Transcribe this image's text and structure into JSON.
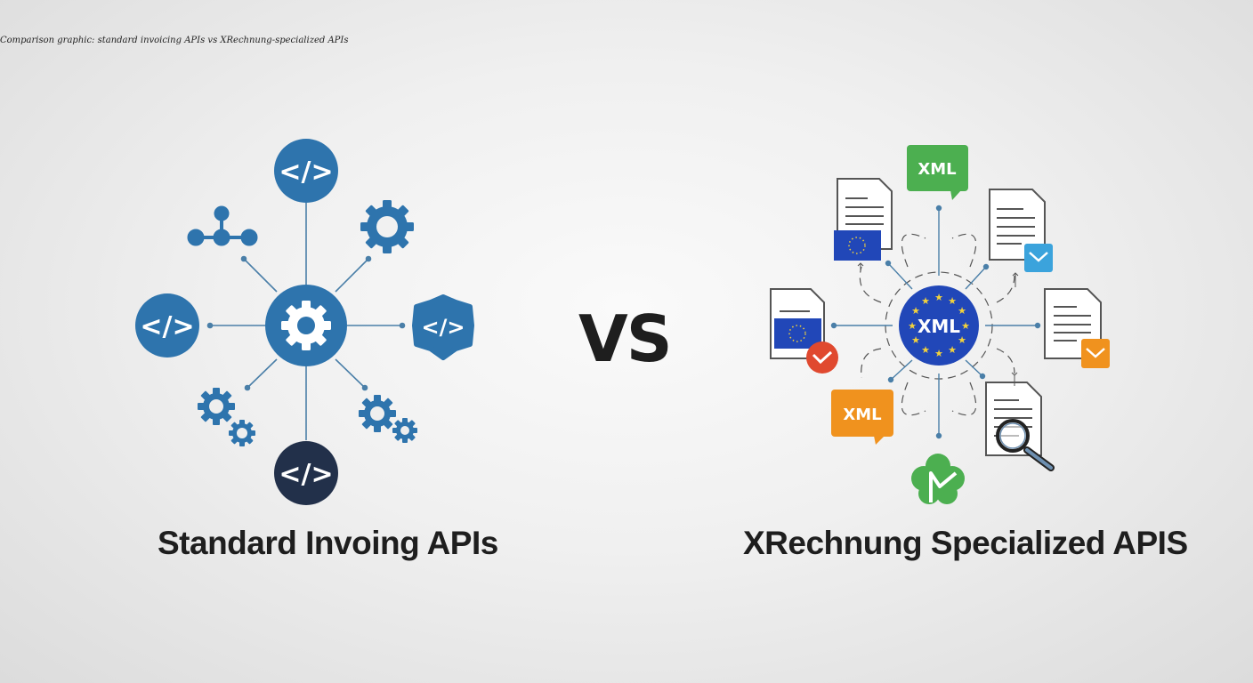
{
  "caption": "Comparison graphic: standard invoicing APIs vs XRechnung-specialized APIs",
  "vs_label": "VS",
  "left": {
    "title": "Standard Invoing APIs",
    "hub_icon": "gear-icon",
    "nodes": [
      {
        "position": "top",
        "icon": "code-icon",
        "text": "</>"
      },
      {
        "position": "left",
        "icon": "code-icon",
        "text": "</>"
      },
      {
        "position": "right",
        "icon": "code-badge-icon",
        "text": "</>"
      },
      {
        "position": "bottom",
        "icon": "code-icon",
        "text": "</>"
      },
      {
        "position": "top-left",
        "icon": "network-nodes-icon"
      },
      {
        "position": "top-right",
        "icon": "gear-icon"
      },
      {
        "position": "bottom-left",
        "icon": "gears-icon"
      },
      {
        "position": "bottom-right",
        "icon": "gears-icon"
      }
    ],
    "colors": {
      "primary": "#2e74ad",
      "dark": "#22304a",
      "line": "#4a7fa8"
    }
  },
  "right": {
    "title": "XRechnung Specialized APIS",
    "hub_text": "XML",
    "hub_icon": "eu-stars-icon",
    "nodes": [
      {
        "position": "top",
        "icon": "speech-bubble-icon",
        "text": "XML",
        "color": "#4caf50"
      },
      {
        "position": "bottom-left",
        "icon": "speech-bubble-icon",
        "text": "XML",
        "color": "#f0921e"
      },
      {
        "position": "top-left",
        "icon": "document-eu-flag-icon"
      },
      {
        "position": "left",
        "icon": "document-eu-flag-check-icon"
      },
      {
        "position": "top-right",
        "icon": "document-mail-icon",
        "color": "#3ba3dc"
      },
      {
        "position": "right",
        "icon": "document-mail-icon",
        "color": "#f0921e"
      },
      {
        "position": "bottom-right",
        "icon": "document-search-icon"
      },
      {
        "position": "bottom",
        "icon": "green-check-badge-icon",
        "color": "#4caf50"
      }
    ],
    "colors": {
      "hub": "#2147b8",
      "star": "#f3d23b",
      "check": "#e0492f"
    }
  }
}
